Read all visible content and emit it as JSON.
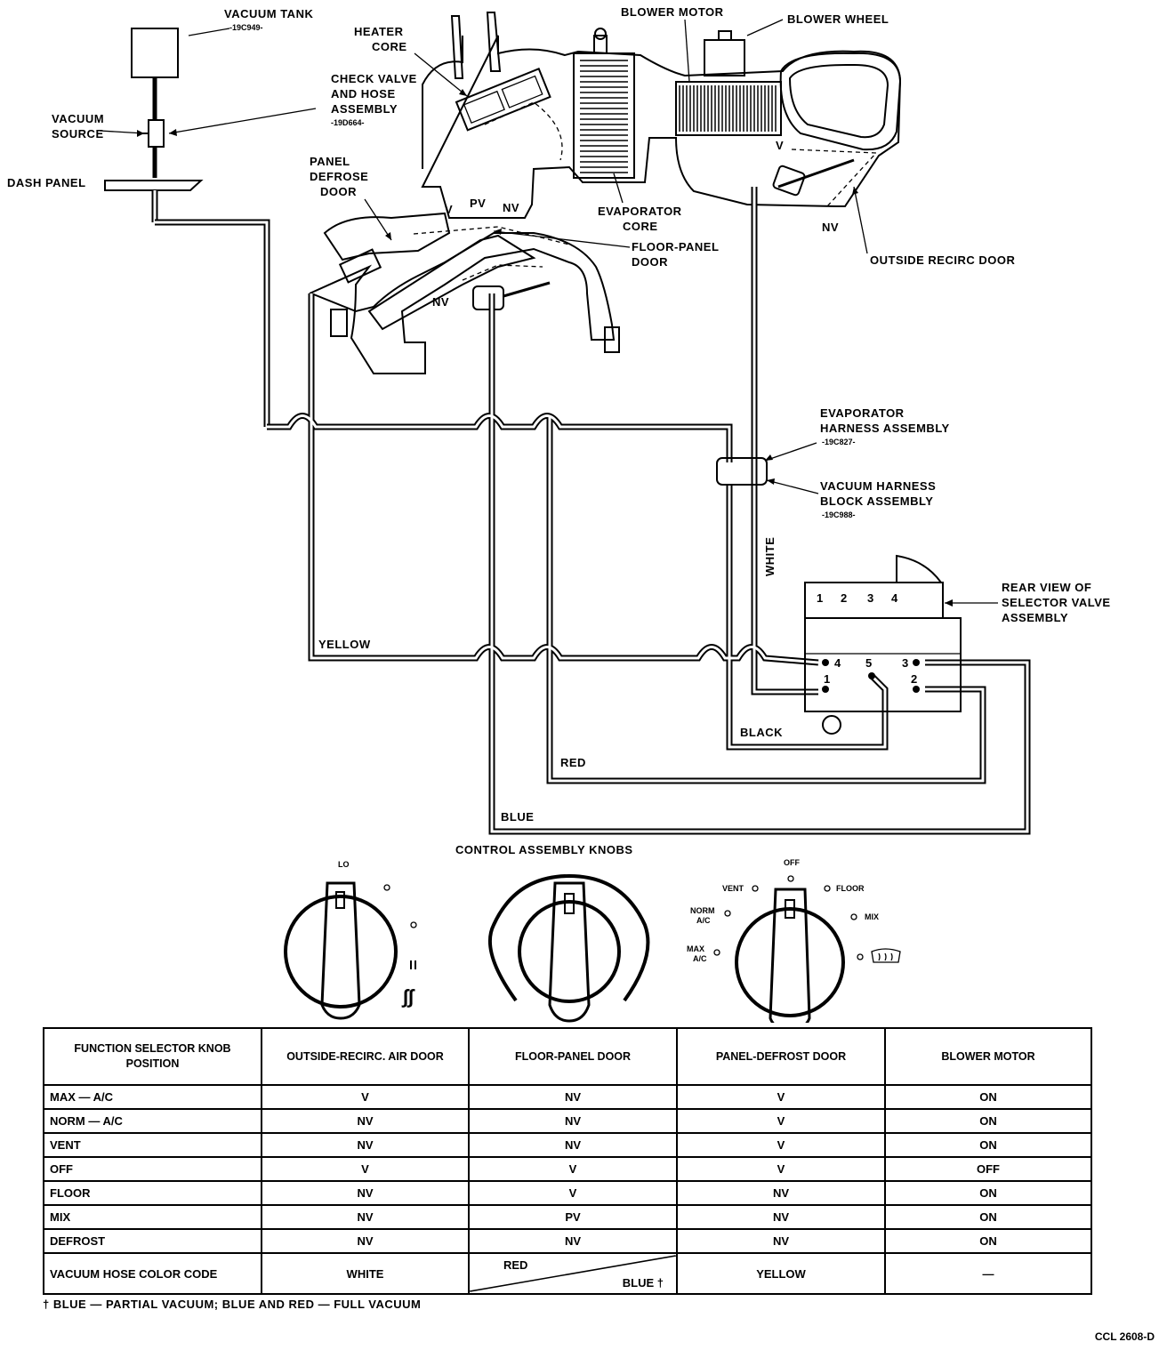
{
  "diagram": {
    "vacuum_tank": {
      "name": "VACUUM TANK",
      "part": "-19C949-"
    },
    "heater_core": {
      "line1": "HEATER",
      "line2": "CORE"
    },
    "blower_motor": "BLOWER MOTOR",
    "blower_wheel": "BLOWER WHEEL",
    "check_valve": {
      "line1": "CHECK VALVE",
      "line2": "AND HOSE",
      "line3": "ASSEMBLY",
      "part": "-19D664-"
    },
    "vacuum_source": {
      "line1": "VACUUM",
      "line2": "SOURCE"
    },
    "dash_panel": "DASH PANEL",
    "panel_defrost_door": {
      "line1": "PANEL",
      "line2": "DEFROSE",
      "line3": "DOOR"
    },
    "evaporator_core": {
      "line1": "EVAPORATOR",
      "line2": "CORE"
    },
    "floor_panel_door": {
      "line1": "FLOOR-PANEL",
      "line2": "DOOR"
    },
    "outside_recirc_door": "OUTSIDE RECIRC DOOR",
    "door_marks": {
      "v": "V",
      "pv": "PV",
      "nv": "NV"
    },
    "evaporator_harness": {
      "line1": "EVAPORATOR",
      "line2": "HARNESS ASSEMBLY",
      "part": "-19C827-"
    },
    "vacuum_harness_block": {
      "line1": "VACUUM HARNESS",
      "line2": "BLOCK ASSEMBLY",
      "part": "-19C988-"
    },
    "selector_valve": {
      "line1": "REAR VIEW OF",
      "line2": "SELECTOR VALVE",
      "line3": "ASSEMBLY"
    },
    "port_numbers": {
      "p1": "1",
      "p2": "2",
      "p3": "3",
      "p4": "4",
      "p5": "5"
    },
    "hose_colors": {
      "yellow": "YELLOW",
      "white": "WHITE",
      "black": "BLACK",
      "red": "RED",
      "blue": "BLUE"
    },
    "control_title": "CONTROL ASSEMBLY KNOBS",
    "knob_labels": {
      "lo": "LO",
      "off": "OFF",
      "vent": "VENT",
      "floor": "FLOOR",
      "norm_ac_1": "NORM",
      "norm_ac_2": "A/C",
      "mix": "MIX",
      "max_ac_1": "MAX",
      "max_ac_2": "A/C"
    }
  },
  "table": {
    "headers": [
      "FUNCTION SELECTOR KNOB POSITION",
      "OUTSIDE-RECIRC. AIR DOOR",
      "FLOOR-PANEL DOOR",
      "PANEL-DEFROST DOOR",
      "BLOWER MOTOR"
    ],
    "rows": [
      [
        "MAX — A/C",
        "V",
        "NV",
        "V",
        "ON"
      ],
      [
        "NORM — A/C",
        "NV",
        "NV",
        "V",
        "ON"
      ],
      [
        "VENT",
        "NV",
        "NV",
        "V",
        "ON"
      ],
      [
        "OFF",
        "V",
        "V",
        "V",
        "OFF"
      ],
      [
        "FLOOR",
        "NV",
        "V",
        "NV",
        "ON"
      ],
      [
        "MIX",
        "NV",
        "PV",
        "NV",
        "ON"
      ],
      [
        "DEFROST",
        "NV",
        "NV",
        "NV",
        "ON"
      ]
    ],
    "code_row": {
      "label": "VACUUM HOSE COLOR CODE",
      "outside_recirc": "WHITE",
      "floor_panel_red": "RED",
      "floor_panel_blue": "BLUE †",
      "panel_defrost": "YELLOW",
      "blower": "—"
    }
  },
  "footnote": "† BLUE — PARTIAL VACUUM; BLUE AND RED — FULL VACUUM",
  "figure_code": "CCL 2608-D"
}
